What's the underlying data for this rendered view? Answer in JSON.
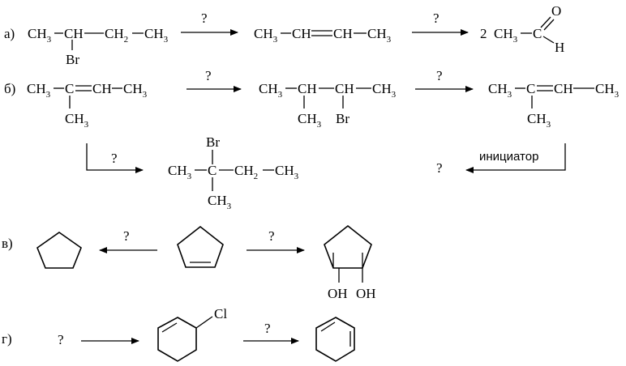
{
  "a": {
    "label": "а)",
    "start": {
      "ch3_left": "CH",
      "sub3": "3",
      "ch": "CH",
      "ch2": "CH",
      "sub2": "2",
      "ch3_right": "CH",
      "br": "Br"
    },
    "arrow1": "?",
    "alkene": {
      "ch3_left": "CH",
      "sub3": "3",
      "ch1": "CH",
      "ch2": "CH",
      "ch3_right": "CH"
    },
    "arrow2": "?",
    "product": {
      "coef": "2",
      "ch3": "CH",
      "sub3": "3",
      "c": "C",
      "o": "O",
      "h": "H"
    }
  },
  "b": {
    "label": "б)",
    "start": {
      "ch3_left": "CH",
      "sub3": "3",
      "c": "C",
      "ch": "CH",
      "ch3_right": "CH",
      "ch3_down": "CH"
    },
    "arrow1": "?",
    "bromide": {
      "ch3_left": "CH",
      "sub3": "3",
      "ch1": "CH",
      "ch2": "CH",
      "ch3_right": "CH",
      "ch3_down": "CH",
      "br": "Br"
    },
    "arrow2": "?",
    "alkene": {
      "ch3_left": "CH",
      "sub3": "3",
      "c": "C",
      "ch": "CH",
      "ch3_right": "CH",
      "ch3_down": "CH"
    },
    "arrow3": "?",
    "tertiary": {
      "br": "Br",
      "ch3_left": "CH",
      "sub3": "3",
      "c": "C",
      "ch2": "CH",
      "sub2": "2",
      "ch3_right": "CH",
      "ch3_down": "CH"
    },
    "arrow4": "?",
    "initiator": "инициатор"
  },
  "c": {
    "label": "в)",
    "arrow1": "?",
    "arrow2": "?",
    "oh1": "OH",
    "oh2": "OH"
  },
  "d": {
    "label": "г)",
    "start": "?",
    "cl": "Cl",
    "arrow": "?"
  }
}
